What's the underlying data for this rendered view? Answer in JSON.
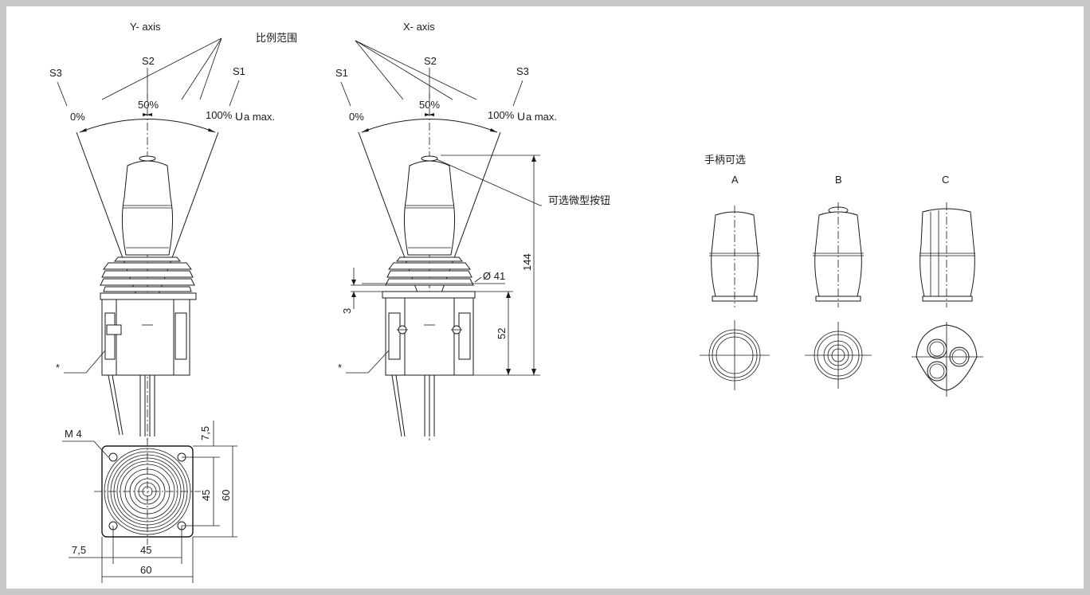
{
  "drawing": {
    "y_axis_label": "Y- axis",
    "x_axis_label": "X- axis",
    "proportional_range": "比例范围",
    "s1": "S1",
    "s2": "S2",
    "s3": "S3",
    "pct_0": "0%",
    "pct_50": "50%",
    "pct_100": "100%",
    "ua_u": "U",
    "ua_max": "a max.",
    "optional_button": "可选微型按钮",
    "diameter": "Ø 41",
    "dim_144": "144",
    "dim_52": "52",
    "dim_3": "3",
    "asterisk": "*",
    "thread": "M 4",
    "dim_7_5": "7,5",
    "dim_45": "45",
    "dim_60": "60",
    "handle_options_title": "手柄可选",
    "handle_a": "A",
    "handle_b": "B",
    "handle_c": "C"
  }
}
